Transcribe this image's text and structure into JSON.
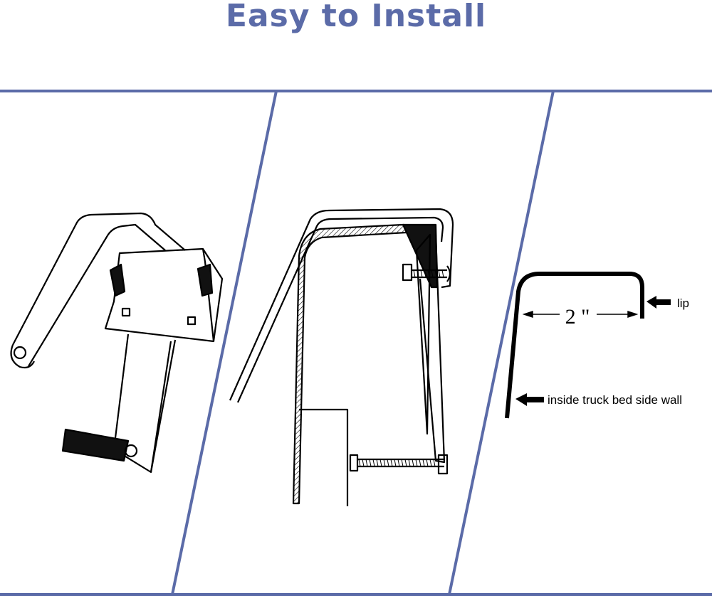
{
  "title": "Easy to Install",
  "colors": {
    "accent": "#5b6ba8",
    "line": "#000000",
    "background": "#ffffff"
  },
  "panels": [
    {
      "id": "bracket-assembly"
    },
    {
      "id": "mounted-cross-section"
    },
    {
      "id": "lip-measurement"
    }
  ],
  "measurement": {
    "dimension": "2 \"",
    "lip_label": "lip",
    "wall_label": "inside truck bed side wall"
  }
}
